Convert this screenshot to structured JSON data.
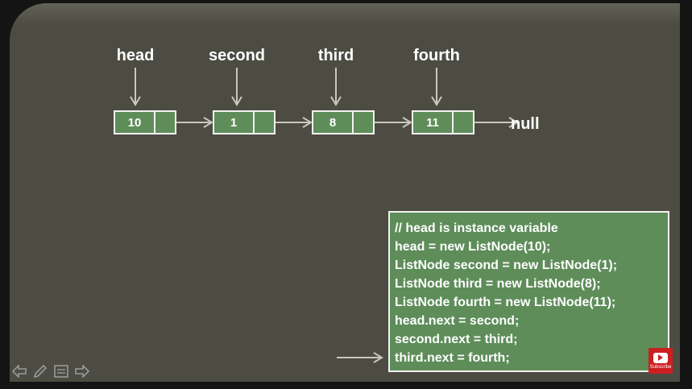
{
  "diagram": {
    "nodes": [
      {
        "variable": "head",
        "value": "10"
      },
      {
        "variable": "second",
        "value": "1"
      },
      {
        "variable": "third",
        "value": "8"
      },
      {
        "variable": "fourth",
        "value": "11"
      }
    ],
    "terminal": "null"
  },
  "code": {
    "lines": [
      "// head is instance variable",
      "head = new ListNode(10);",
      "ListNode second = new ListNode(1);",
      "ListNode third = new ListNode(8);",
      "ListNode fourth = new ListNode(11);",
      "head.next = second;",
      "second.next = third;",
      "third.next = fourth;"
    ]
  },
  "channel": {
    "subscribe_label": "Subscribe"
  },
  "icons": {
    "toolbar": [
      "arrow-left-icon",
      "pen-icon",
      "menu-icon",
      "arrow-right-icon"
    ],
    "channel": "youtube-icon"
  },
  "colors": {
    "node_fill": "#5e8d5a",
    "slide_bg": "#4c4c43",
    "arrow": "#c8c8c0"
  }
}
